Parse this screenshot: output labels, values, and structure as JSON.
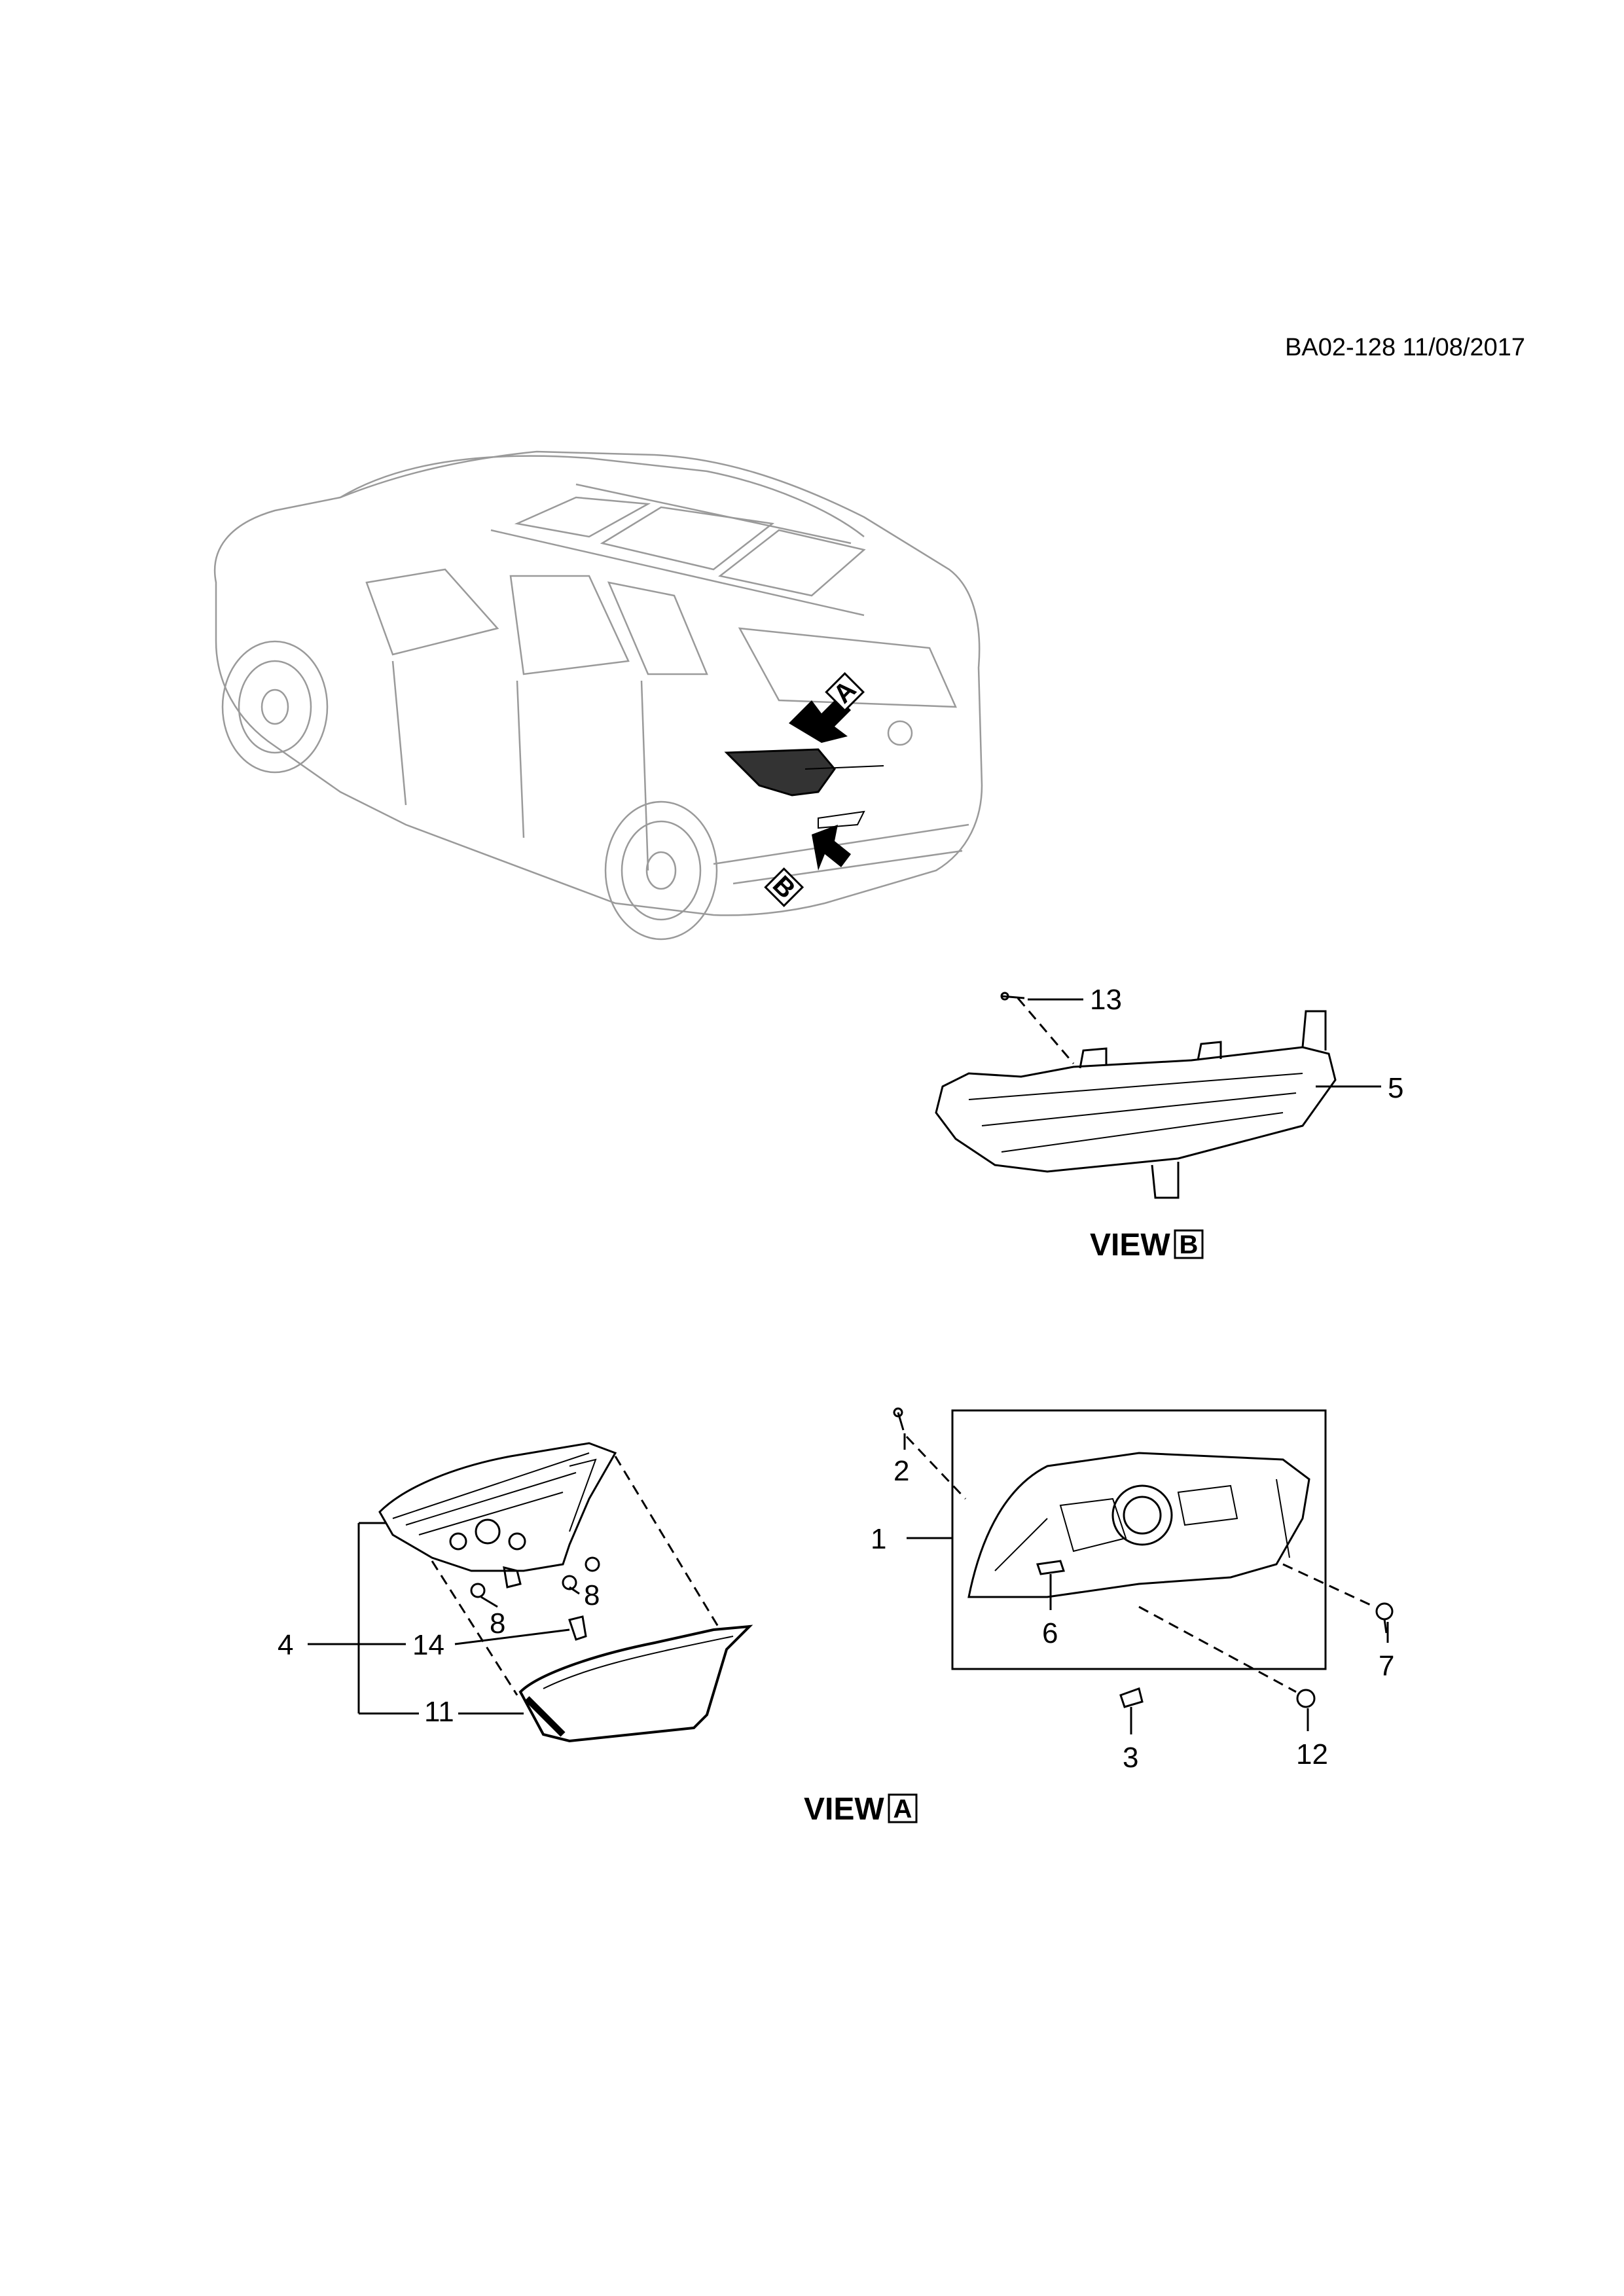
{
  "header": {
    "code": "BA02-128 11/08/2017"
  },
  "views": {
    "b_prefix": "VIEW",
    "b_letter": "B",
    "a_prefix": "VIEW",
    "a_letter": "A"
  },
  "arrows": {
    "a_letter": "A",
    "b_letter": "B"
  },
  "callouts": {
    "c1": "1",
    "c2": "2",
    "c3": "3",
    "c4": "4",
    "c5": "5",
    "c6": "6",
    "c7": "7",
    "c8a": "8",
    "c8b": "8",
    "c11": "11",
    "c12": "12",
    "c13": "13",
    "c14": "14"
  }
}
